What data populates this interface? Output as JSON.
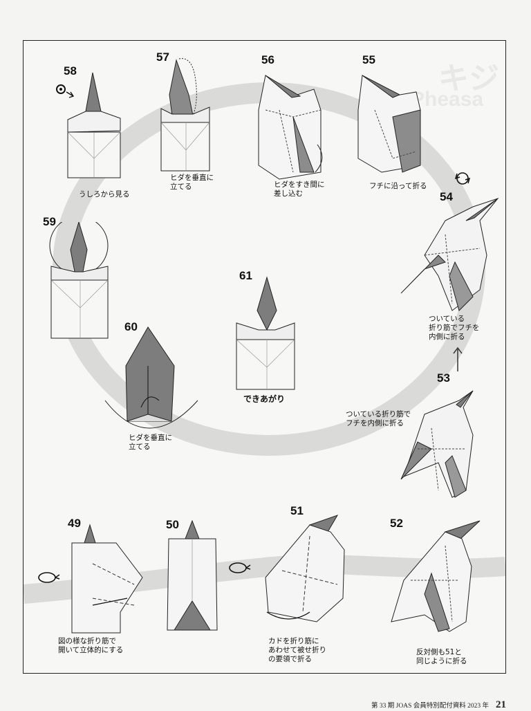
{
  "steps": [
    {
      "id": "58",
      "num": "58",
      "caption": "うしろから見る"
    },
    {
      "id": "57",
      "num": "57",
      "caption": "ヒダを垂直に\n立てる"
    },
    {
      "id": "56",
      "num": "56",
      "caption": "ヒダをすき間に\n差し込む"
    },
    {
      "id": "55",
      "num": "55",
      "caption": "フチに沿って折る"
    },
    {
      "id": "54",
      "num": "54",
      "caption": "ついている\n折り筋でフチを\n内側に折る"
    },
    {
      "id": "59",
      "num": "59",
      "caption": ""
    },
    {
      "id": "61",
      "num": "61",
      "caption": "できあがり"
    },
    {
      "id": "60",
      "num": "60",
      "caption": "ヒダを垂直に\n立てる"
    },
    {
      "id": "53",
      "num": "53",
      "caption": "ついている折り筋で\nフチを内側に折る"
    },
    {
      "id": "49",
      "num": "49",
      "caption": "図の様な折り筋で\n開いて立体的にする"
    },
    {
      "id": "50",
      "num": "50",
      "caption": ""
    },
    {
      "id": "51",
      "num": "51",
      "caption": "カドを折り筋に\nあわせて被せ折り\nの要領で折る"
    },
    {
      "id": "52",
      "num": "52",
      "caption": "反対側も51と\n同じように折る"
    }
  ],
  "ref_box": "51",
  "watermark": {
    "title": "キジ",
    "subtitle": "Pheasa"
  },
  "footer": {
    "text": "第 33 期 JOAS 会員特別配付資料 2023 年",
    "page": "21"
  },
  "colors": {
    "paper": "#f7f7f5",
    "ring": "#d9d9d7",
    "dark": "#7d7d7d",
    "light": "#f2f2f2",
    "line": "#222222"
  }
}
